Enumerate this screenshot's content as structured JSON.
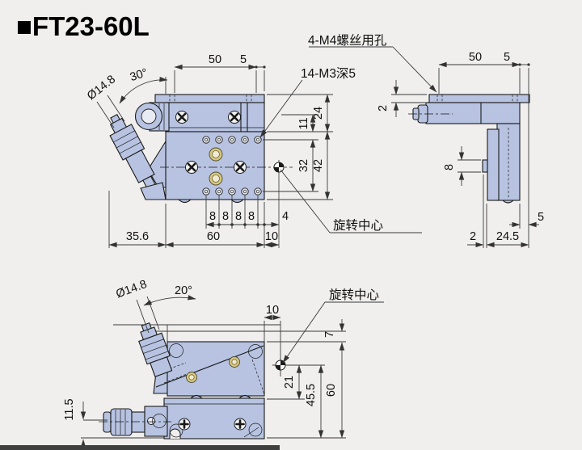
{
  "title": "■FT23-60L",
  "colors": {
    "bg": "#f0efed",
    "body": "#b7c3e1",
    "line": "#1a1a1a",
    "dim": "#3a3a3a",
    "gold": "#d9c878",
    "strip": "#3f3f3f"
  },
  "front": {
    "dim50": "50",
    "dim5": "5",
    "angle": "30°",
    "dia": "Ø14.8",
    "d24": "24",
    "d11": "11",
    "d32": "32",
    "d42": "42",
    "p8": [
      "8",
      "8",
      "8",
      "8"
    ],
    "d4": "4",
    "d356": "35.6",
    "d60": "60",
    "d10": "10",
    "thread_label": "14-M3深5",
    "rotation_label": "旋转中心"
  },
  "side": {
    "dim50": "50",
    "dim5": "5",
    "d2": "2",
    "d8": "8",
    "d5r": "5",
    "d2b": "2",
    "d245": "24.5",
    "screw_label": "4-M4螺丝用孔"
  },
  "bottom": {
    "dia": "Ø14.8",
    "angle": "20°",
    "d10": "10",
    "d7": "7",
    "d21": "21",
    "d455": "45.5",
    "d60": "60",
    "d115": "11.5",
    "rotation_label": "旋转中心"
  }
}
